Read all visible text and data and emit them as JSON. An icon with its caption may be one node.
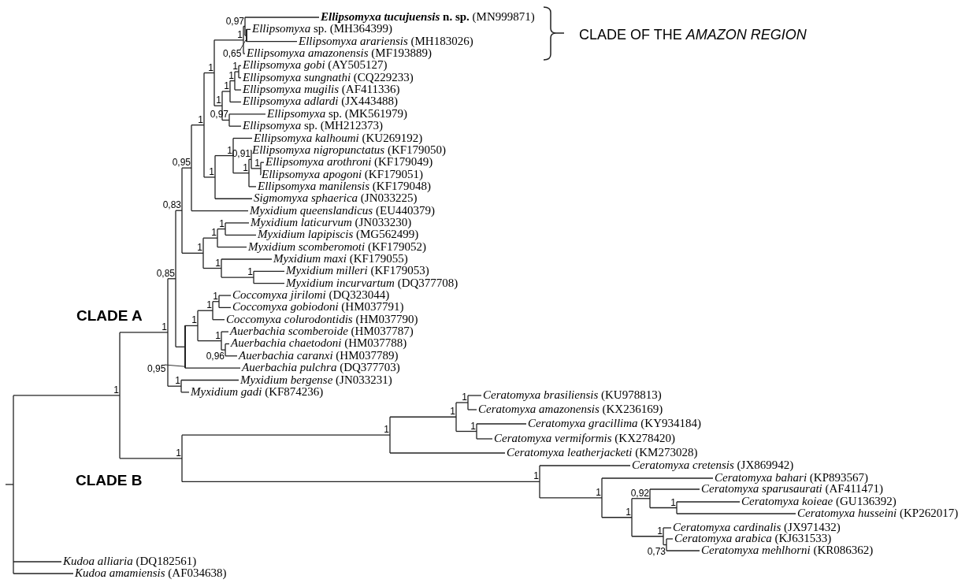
{
  "diagram": {
    "nodes": [
      {
        "text": [
          "0,65"
        ]
      },
      {
        "text": [],
        "shape": "bar"
      },
      {
        "text": [
          "0,95"
        ]
      },
      {
        "text": [],
        "shape": "bar"
      }
    ],
    "edges": [
      {
        "from": 0,
        "to": 1,
        "arrow": "none"
      },
      {
        "from": 2,
        "to": 3,
        "arrow": "none"
      }
    ],
    "labels": [
      "*Ellipsomyxa tucujuensis* **n. sp.** (MN999871)",
      "*Ellipsomyxa* sp. (MH364399)",
      "*Ellipsomyxa arariensis* (MH183026)",
      "*Ellipsomyxa amazonensis* (MF193889)",
      "*Ellipsomyxa gobi* (AY505127)",
      "*Ellipsomyxa sungnathi* (CQ229233)",
      "*Ellipsomyxa mugilis* (AF411336)",
      "*Ellipsomyxa adlardi* (JX443488)",
      "*Ellipsomyxa* sp. (MK561979)",
      "*Ellipsomyxa* sp. (MH212373)",
      "*Ellipsomyxa kalhoumi* (KU269192)",
      "*Ellipsomyxa nigropunctatus* (KF179050)",
      "*Ellipsomyxa arothroni* (KF179049)",
      "*Ellipsomyxa apogoni* (KF179051)",
      "*Ellipsomyxa manilensis* (KF179048)",
      "*Sigmomyxa sphaerica* (JN033225)",
      "*Myxidium queenslandicus* (EU440379)",
      "*Myxidium laticurvum* (JN033230)",
      "*Myxidium lapipiscis* (MG562499)",
      "*Myxidium scomberomoti* (KF179052)",
      "*Myxidium maxi* (KF179055)",
      "*Myxidium milleri* (KF179053)",
      "*Myxidium incurvartum* (DQ377708)",
      "*Coccomyxa jirilomi* (DQ323044)",
      "*Coccomyxa gobiodoni* (HM037791)",
      "*Coccomyxa colurodontidis* (HM037790)",
      "*Auerbachia scomberoide* (HM037787)",
      "*Auerbachia chaetodoni* (HM037788)",
      "*Auerbachia caranxi* (HM037789)",
      "*Auerbachia pulchra* (DQ377703)",
      "*Myxidium bergense* (JN033231)",
      "*Myxidium gadi* (KF874236)",
      "*Ceratomyxa brasiliensis* (KU978813)",
      "*Ceratomyxa amazonensis* (KX236169)",
      "*Ceratomyxa gracillima* (KY934184)",
      "*Ceratomyxa vermiformis* (KX278420)",
      "*Ceratomyxa leatherjacketi* (KM273028)",
      "*Ceratomyxa cretensis* (JX869942)",
      "*Ceratomyxa bahari* (KP893567)",
      "*Ceratomyxa sparusaurati* (AF411471)",
      "*Ceratomyxa koieae* (GU136392)",
      "*Ceratomyxa husseini* (KP262017)",
      "*Ceratomyxa cardinalis* (JX971432)",
      "*Ceratomyxa arabica* (KJ631533)",
      "*Ceratomyxa mehlhorni* (KR086362)",
      "*Kudoa alliaria* (DQ182561)",
      "*Kudoa amamiensis* (AF034638)",
      "1",
      "1",
      "0,85",
      "0,83",
      "0,95",
      "1",
      "1",
      "1",
      "0,97",
      "1",
      "1",
      "1",
      "1",
      "0,97",
      "1",
      "1",
      "1",
      "0,91",
      "1",
      "1",
      "1",
      "1",
      "1",
      "1",
      "1",
      "1",
      "1",
      "1",
      "0,96",
      "1",
      "1",
      "1",
      "1",
      "1",
      "1",
      "1",
      "1",
      "1",
      "0,92",
      "1",
      "1",
      "0,73",
      "CLADE A",
      "CLADE B",
      "CLADE OF THE *AMAZON REGION*"
    ]
  }
}
